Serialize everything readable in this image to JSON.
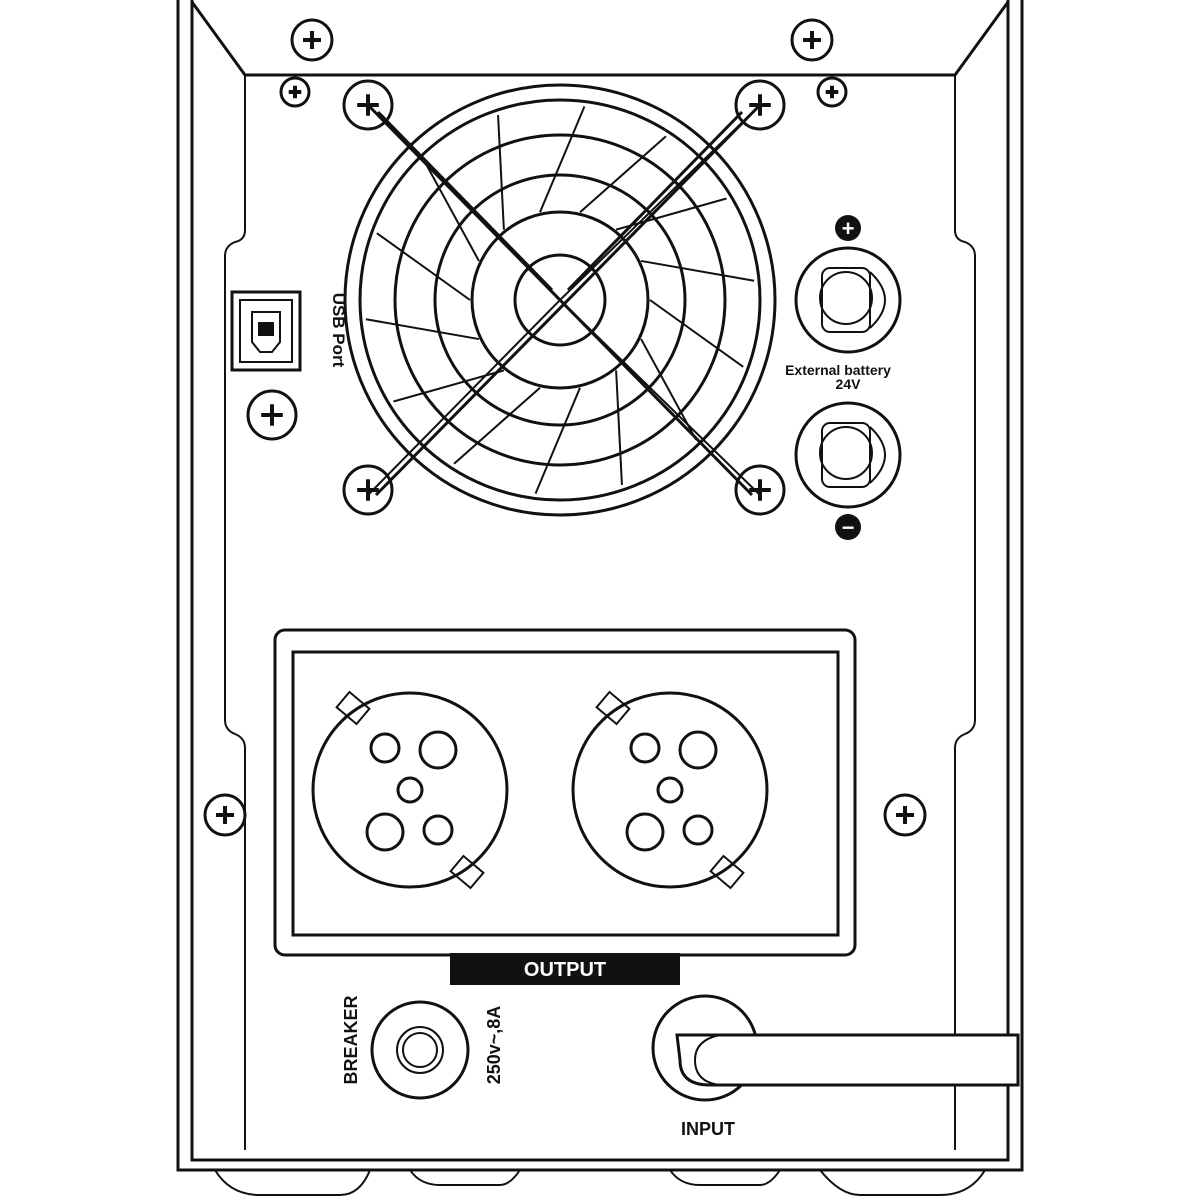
{
  "usb": {
    "label": "USB Port"
  },
  "battery": {
    "label": "External battery",
    "voltage": "24V",
    "plus": "+",
    "minus": "−"
  },
  "output": {
    "label": "OUTPUT"
  },
  "breaker": {
    "label": "BREAKER",
    "rating": "250v~,8A"
  },
  "input": {
    "label": "INPUT"
  },
  "colors": {
    "line": "#111111",
    "background": "#ffffff"
  }
}
